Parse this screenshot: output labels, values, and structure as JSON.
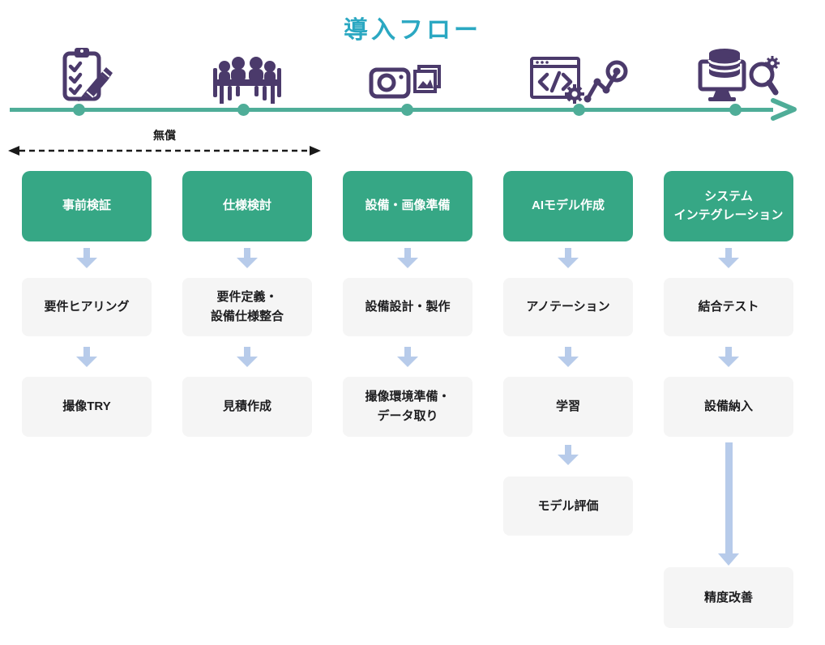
{
  "title": "導入フロー",
  "free_label": "無償",
  "stages": [
    {
      "icon": "clipboard-checklist-icon",
      "header": "事前検証",
      "steps": [
        "要件ヒアリング",
        "撮像TRY"
      ]
    },
    {
      "icon": "meeting-icon",
      "header": "仕様検討",
      "steps": [
        "要件定義・\n設備仕様整合",
        "見積作成"
      ]
    },
    {
      "icon": "camera-images-icon",
      "header": "設備・画像準備",
      "steps": [
        "設備設計・製作",
        "撮像環境準備・\nデータ取り"
      ]
    },
    {
      "icon": "code-window-analytics-icon",
      "header": "AIモデル作成",
      "steps": [
        "アノテーション",
        "学習",
        "モデル評価"
      ]
    },
    {
      "icon": "system-database-inspection-icon",
      "header": "システム\nインテグレーション",
      "steps": [
        "結合テスト",
        "設備納入",
        "精度改善"
      ]
    }
  ],
  "colors": {
    "title": "#2BA8C2",
    "timeline": "#4FAD98",
    "stage_box": "#36A785",
    "step_box": "#F5F5F5",
    "flow_arrow": "#B7CBEA",
    "icon": "#4B3A6B",
    "free_arrow": "#1A1A1A"
  }
}
